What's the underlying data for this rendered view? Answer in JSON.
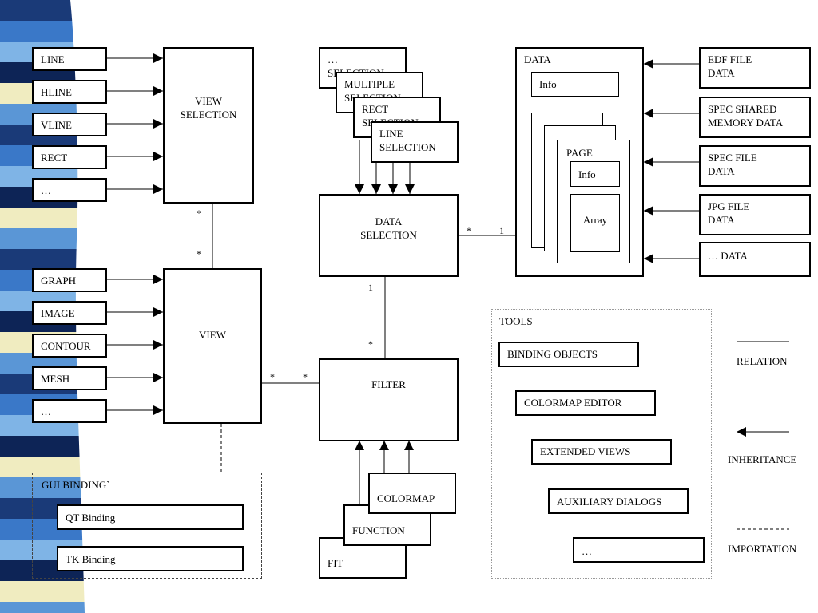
{
  "left_strip_colors": [
    "#1a3a78",
    "#3a78c8",
    "#7fb4e6",
    "#0d2456",
    "#f0ecc0",
    "#5a96d6"
  ],
  "shapes": [
    "LINE",
    "HLINE",
    "VLINE",
    "RECT",
    "…"
  ],
  "view_selection": "VIEW\nSELECTION",
  "view_types": [
    "GRAPH",
    "IMAGE",
    "CONTOUR",
    "MESH",
    "…"
  ],
  "view": "VIEW",
  "gui_binding": {
    "title": "GUI  BINDING`",
    "items": [
      "QT Binding",
      "TK Binding"
    ]
  },
  "selections": [
    "…\nSELECTION",
    "MULTIPLE\nSELECTION",
    "RECT\nSELECTION",
    "LINE\nSELECTION"
  ],
  "data_selection": "DATA\nSELECTION",
  "filter": "FILTER",
  "filters": [
    "FIT",
    "FUNCTION",
    "COLORMAP"
  ],
  "data": {
    "title": "DATA",
    "info": "Info",
    "page": "PAGE",
    "page_info": "Info",
    "array": "Array"
  },
  "sources": [
    "EDF FILE\nDATA",
    "SPEC SHARED\nMEMORY DATA",
    "SPEC FILE\nDATA",
    "JPG FILE\nDATA",
    "… DATA"
  ],
  "tools": {
    "title": "TOOLS",
    "items": [
      "BINDING OBJECTS",
      "COLORMAP EDITOR",
      "EXTENDED VIEWS",
      "AUXILIARY DIALOGS",
      "…"
    ]
  },
  "legend": {
    "relation": "RELATION",
    "inheritance": "INHERITANCE",
    "importation": "IMPORTATION"
  },
  "multiplicities": {
    "vs_view_top": "*",
    "vs_view_bottom": "*",
    "view_filter_left": "*",
    "view_filter_right": "*",
    "ds_filter_top": "1",
    "ds_filter_bottom": "*",
    "ds_data_left": "*",
    "ds_data_right": "1"
  }
}
